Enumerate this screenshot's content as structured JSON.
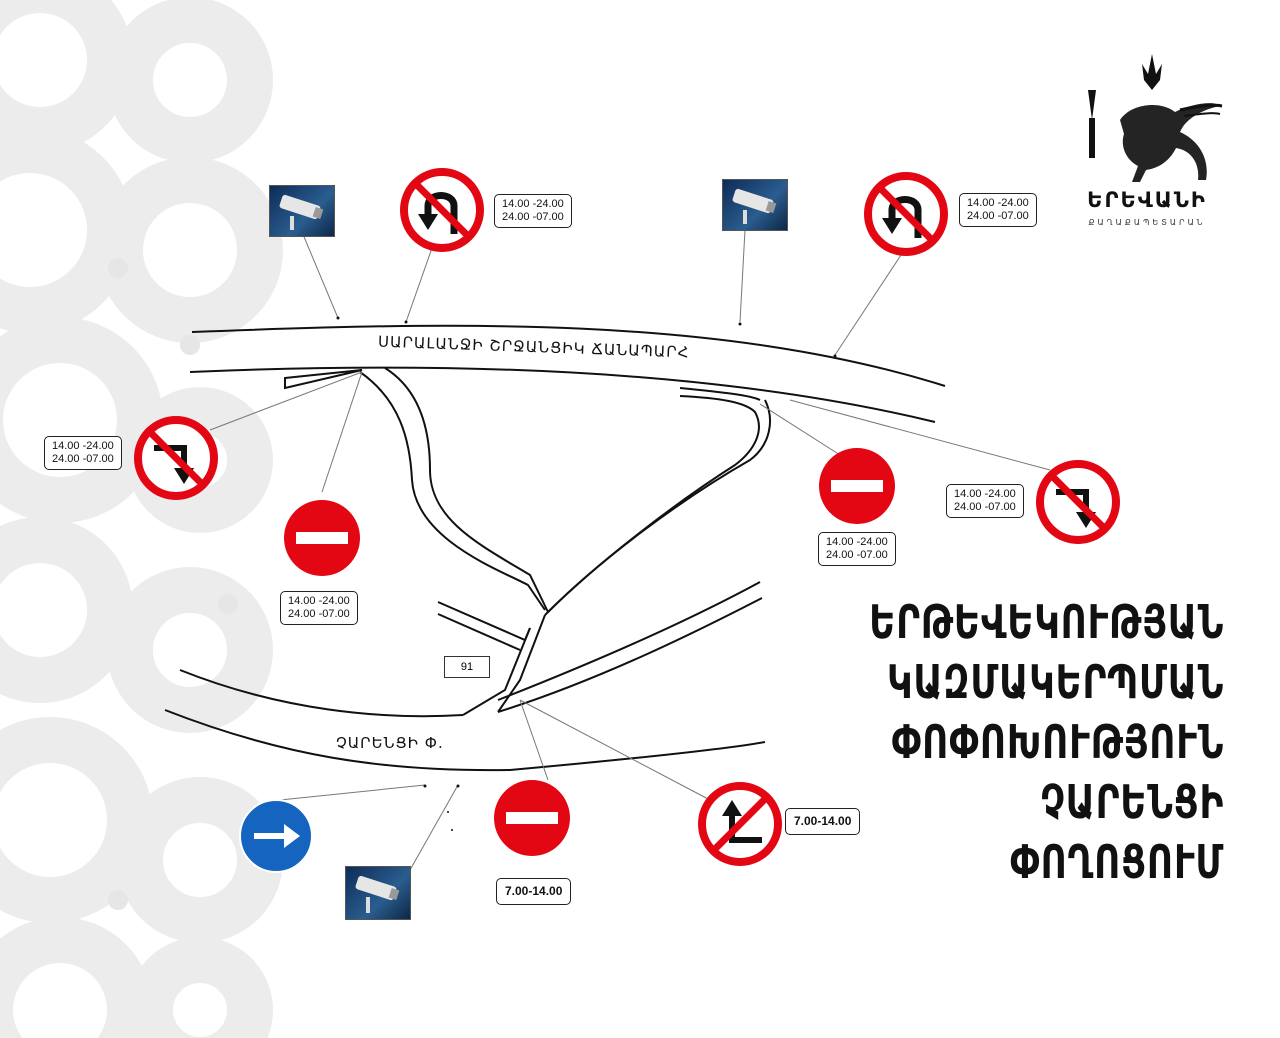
{
  "streets": {
    "ring_road": "ՍԱՐԱԼԱՆՋԻ ՇՐՋԱՆՑԻԿ ՃԱՆԱՊԱՐՀ",
    "charents": "ՉԱՐԵՆՑԻ Փ."
  },
  "house_number": "91",
  "time_labels": {
    "night_hours": [
      "14.00 -24.00",
      "24.00 -07.00"
    ],
    "day_hours": "7.00-14.00"
  },
  "icons": {
    "no_u_turn": "no-u-turn-sign",
    "no_entry": "no-entry-sign",
    "no_right_turn": "no-right-turn-sign",
    "no_left_turn": "no-left-turn-sign",
    "direction_right": "direction-right-sign",
    "camera": "traffic-camera"
  },
  "colors": {
    "sign_red": "#e30613",
    "sign_blue": "#1565c0",
    "pattern_gray": "#ececec"
  },
  "logo": {
    "name": "ԵՐԵՎԱՆԻ",
    "subtitle": "ՔԱՂԱՔԱՊԵՏԱՐԱՆ"
  },
  "title_lines": [
    "ԵՐԹԵՎԵԿՈՒԹՅԱՆ",
    "ԿԱԶՄԱԿԵՐՊՄԱՆ",
    "ՓՈՓՈԽՈՒԹՅՈՒՆ",
    "ՉԱՐԵՆՑԻ",
    "ՓՈՂՈՑՈՒՄ"
  ]
}
